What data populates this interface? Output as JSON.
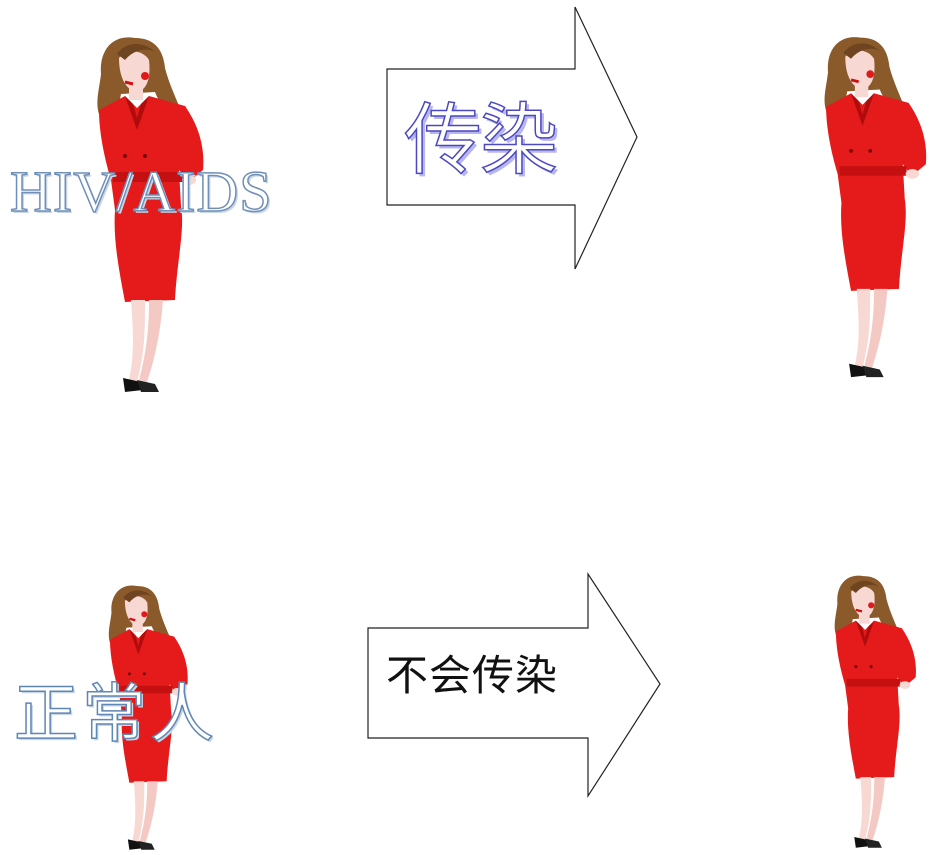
{
  "labels": {
    "infected": "HIV/AIDS",
    "normal": "正常人",
    "transmits": "传染",
    "does_not_transmit": "不会传染"
  },
  "colors": {
    "dress": "#e51a1a",
    "hair": "#8a5a2b",
    "skin": "#f7d8d3",
    "text_blue": "#6f8fb8"
  }
}
